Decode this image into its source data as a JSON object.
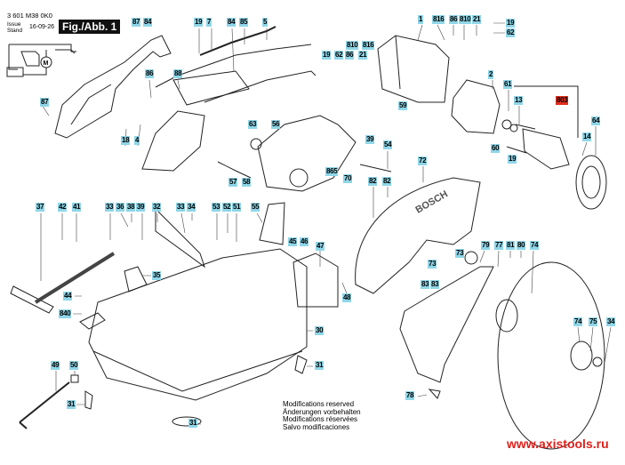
{
  "header": {
    "part_number": "3 601 M38 0K0",
    "issue_label": "Issue",
    "stand_label": "Stand",
    "date": "16-09-26",
    "figure": "Fig./Abb. 1"
  },
  "wiring_symbol": "M",
  "callouts": [
    "87",
    "84",
    "19",
    "7",
    "84",
    "85",
    "5",
    "86",
    "88",
    "87",
    "18",
    "4",
    "63",
    "56",
    "57",
    "58",
    "37",
    "42",
    "41",
    "33",
    "36",
    "38",
    "39",
    "32",
    "33",
    "34",
    "53",
    "52",
    "51",
    "55",
    "1",
    "816",
    "86",
    "810",
    "21",
    "19",
    "62",
    "810",
    "816",
    "19",
    "62",
    "86",
    "21",
    "59",
    "2",
    "61",
    "13",
    "803",
    "64",
    "14",
    "60",
    "19",
    "39",
    "54",
    "72",
    "865",
    "70",
    "82",
    "82",
    "45",
    "46",
    "35",
    "44",
    "840",
    "49",
    "50",
    "31",
    "31",
    "47",
    "79",
    "77",
    "81",
    "80",
    "74",
    "73",
    "73",
    "48",
    "30",
    "31",
    "83",
    "83",
    "74",
    "75",
    "34",
    "78"
  ],
  "highlight_color": "#e0301e",
  "callout_color": "#8fd6e8",
  "blade_guard_logo": "BOSCH",
  "modifications": [
    "Modifications reserved",
    "Änderungen vorbehalten",
    "Modifications réservées",
    "Salvo modificaciones"
  ],
  "website": "www.axistools.ru"
}
